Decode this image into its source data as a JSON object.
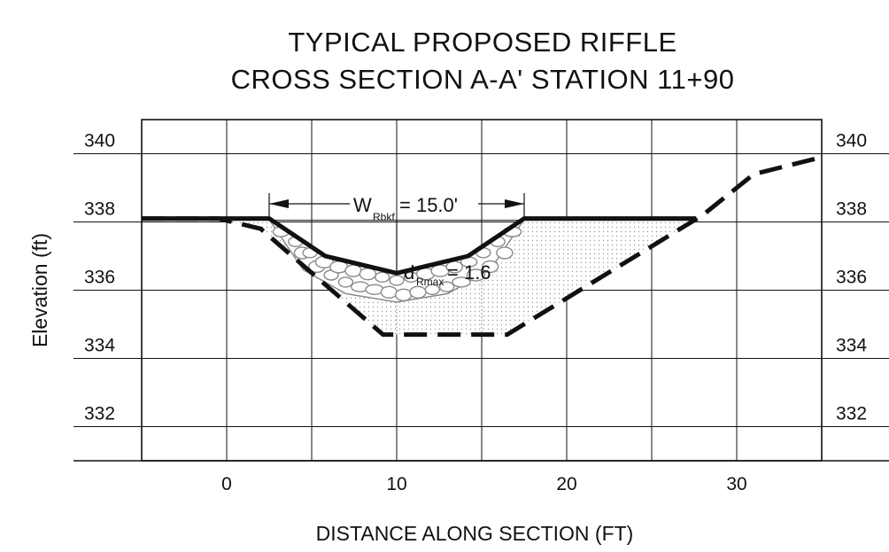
{
  "chart_data": {
    "type": "line",
    "title_line1": "TYPICAL PROPOSED  RIFFLE",
    "title_line2": "CROSS SECTION A-A' STATION 11+90",
    "xlabel": "DISTANCE ALONG SECTION (FT)",
    "ylabel": "Elevation (ft)",
    "xlim": [
      -5,
      35
    ],
    "ylim": [
      331,
      341
    ],
    "x_ticks": [
      "0",
      "10",
      "20",
      "30"
    ],
    "x_tick_values": [
      0,
      10,
      20,
      30
    ],
    "y_ticks_left": [
      "340",
      "338",
      "336",
      "334",
      "332"
    ],
    "y_ticks_right": [
      "340",
      "338",
      "336",
      "334",
      "332"
    ],
    "y_tick_values": [
      340,
      338,
      336,
      334,
      332
    ],
    "grid": true,
    "series": [
      {
        "style": "solid thick",
        "x": [
          -5,
          2.5,
          5.8,
          10,
          14.2,
          17.5,
          27.6
        ],
        "y": [
          338.1,
          338.1,
          337.0,
          336.5,
          337.0,
          338.1,
          338.1
        ]
      },
      {
        "style": "dashed thick",
        "x": [
          -5,
          -0.5,
          2,
          9.2,
          16.5,
          28,
          31,
          35
        ],
        "y": [
          338.1,
          338.1,
          337.8,
          334.7,
          334.7,
          338.2,
          339.4,
          339.9
        ]
      }
    ],
    "fill_region": "riprap",
    "annotations": {
      "width_main": "W",
      "width_sub": "Rbkf",
      "width_value": "= 15.0'",
      "depth_main": "d",
      "depth_sub": "Rmax",
      "depth_value": "= 1.6"
    }
  }
}
